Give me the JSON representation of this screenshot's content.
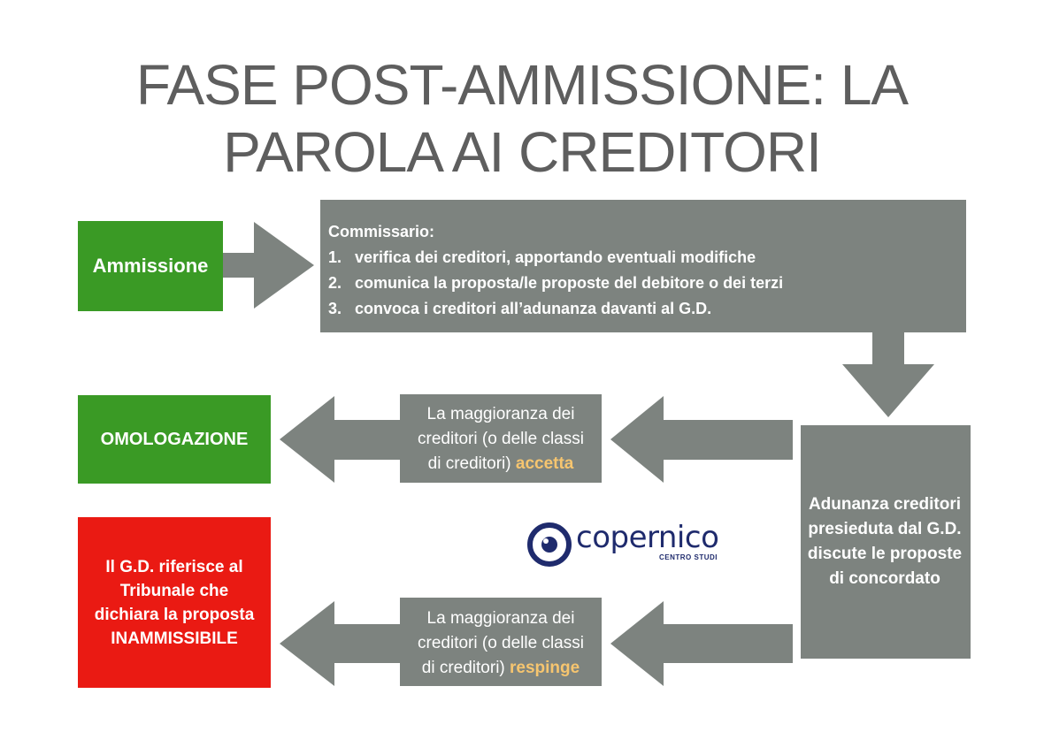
{
  "title": {
    "line1": "FASE POST-AMMISSIONE: LA",
    "line2": "PAROLA AI CREDITORI"
  },
  "ammissione": {
    "label": "Ammissione"
  },
  "commissario": {
    "heading": "Commissario:",
    "items": [
      {
        "num": "1.",
        "text": "verifica dei creditori, apportando eventuali modifiche"
      },
      {
        "num": "2.",
        "text": "comunica la proposta/le proposte del debitore o dei terzi"
      },
      {
        "num": "3.",
        "text": "convoca i creditori all’adunanza davanti al G.D."
      }
    ]
  },
  "adunanza": {
    "text": "Adunanza creditori presieduta dal G.D. discute le proposte di concordato"
  },
  "accetta": {
    "line1": "La maggioranza dei",
    "line2": "creditori (o delle classi",
    "line3_prefix": "di creditori) ",
    "highlight": "accetta"
  },
  "respinge": {
    "line1": "La maggioranza dei",
    "line2": "creditori (o delle classi",
    "line3_prefix": "di creditori) ",
    "highlight": "respinge"
  },
  "omologazione": {
    "label": "OMOLOGAZIONE"
  },
  "inammissibile": {
    "line1": "Il G.D. riferisce al",
    "line2": "Tribunale che",
    "line3": "dichiara la proposta",
    "line4": "INAMMISSIBILE"
  },
  "logo": {
    "name": "copernico",
    "subtitle": "CENTRO STUDI"
  },
  "colors": {
    "green": "#3a9a25",
    "red": "#ea1a13",
    "grey": "#7d837f",
    "highlight": "#f6c56f",
    "brand": "#1f2b6d"
  }
}
